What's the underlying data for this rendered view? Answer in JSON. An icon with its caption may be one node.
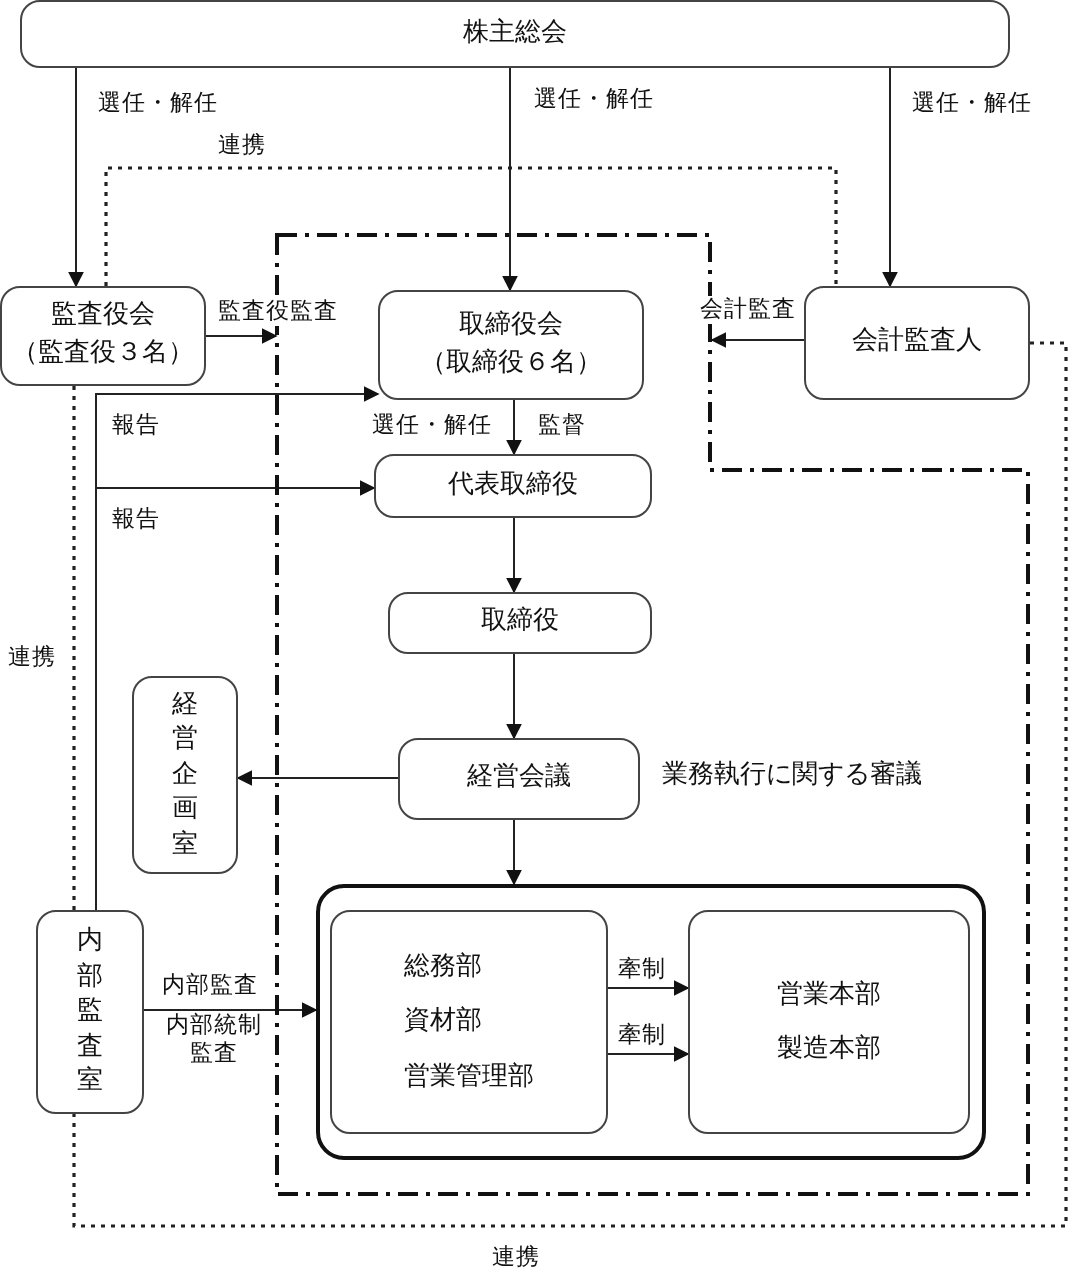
{
  "diagram": {
    "nodes": [
      {
        "text": [
          "株主総会"
        ]
      },
      {
        "text": [
          "監査役会",
          "（監査役３名）"
        ]
      },
      {
        "text": [],
        "shape": "box"
      },
      {
        "text": [
          "取締役会",
          "（取締役６名）"
        ],
        "in": 2
      },
      {
        "text": [
          "会計監査人"
        ]
      },
      {
        "text": [
          "代表取締役"
        ],
        "in": 2
      },
      {
        "text": [
          "取締役"
        ],
        "in": 2
      },
      {
        "text": [
          "経営会議"
        ],
        "in": 2,
        "beside": [
          "業務執行に関する審議"
        ]
      },
      {
        "text": [
          "経営企画室"
        ]
      },
      {
        "text": [
          "内部監査室"
        ]
      },
      {
        "text": [],
        "shape": "box",
        "in": 2
      },
      {
        "text": [
          "総務部",
          "資材部",
          "営業管理部"
        ],
        "in": 10
      },
      {
        "text": [
          "営業本部",
          "製造本部"
        ],
        "in": 10
      }
    ],
    "edges": [
      {
        "from": 0,
        "to": 1,
        "arrow": "to",
        "label": "選任・解任"
      },
      {
        "from": 0,
        "to": 3,
        "arrow": "to",
        "label": "選任・解任"
      },
      {
        "from": 0,
        "to": 4,
        "arrow": "to",
        "label": "選任・解任"
      },
      {
        "from": 1,
        "to": 2,
        "arrow": "to",
        "label": "監査役監査"
      },
      {
        "from": 4,
        "to": 2,
        "arrow": "to",
        "label": "会計監査"
      },
      {
        "from": 1,
        "to": 4,
        "arrow": "none",
        "label": "連携",
        "style": "dashed"
      },
      {
        "from": 1,
        "to": 9,
        "arrow": "none",
        "label": "連携",
        "style": "dashed"
      },
      {
        "from": 4,
        "to": 9,
        "arrow": "none",
        "label": "連携",
        "style": "dashed"
      },
      {
        "from": 9,
        "to": 3,
        "arrow": "to",
        "label": "報告"
      },
      {
        "from": 9,
        "to": 5,
        "arrow": "to",
        "label": "報告"
      },
      {
        "from": 3,
        "to": 5,
        "arrow": "to",
        "label": "選任・解任"
      },
      {
        "from": 5,
        "to": 6,
        "arrow": "to"
      },
      {
        "from": 6,
        "to": 7,
        "arrow": "to"
      },
      {
        "from": 7,
        "to": 8,
        "arrow": "to"
      },
      {
        "from": 7,
        "to": 10,
        "arrow": "to"
      },
      {
        "from": 9,
        "to": 10,
        "arrow": "to",
        "label": "内部監査"
      },
      {
        "from": 11,
        "to": 12,
        "arrow": "to",
        "label": "牽制"
      },
      {
        "from": 11,
        "to": 12,
        "arrow": "to",
        "label": "牽制"
      }
    ],
    "labels": [
      "監督",
      "内部統制監査"
    ]
  }
}
